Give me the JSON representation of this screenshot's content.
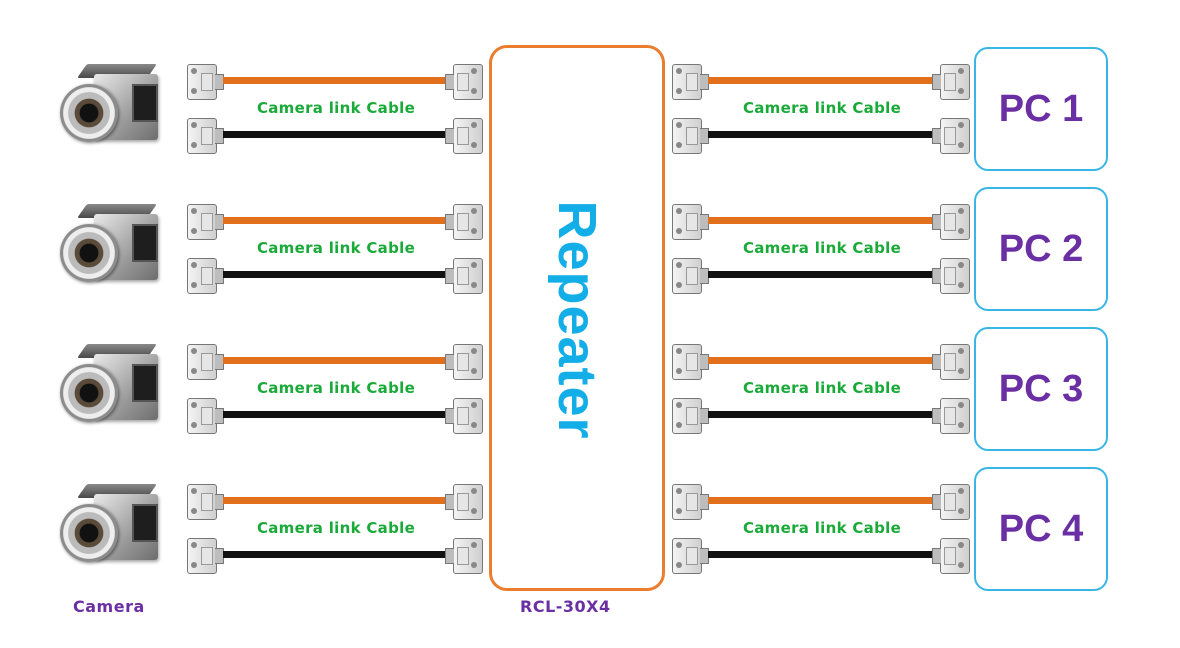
{
  "cable_label": "Camera link Cable",
  "repeater_label": "Repeater",
  "model_label": "RCL-30X4",
  "camera_caption": "Camera",
  "pcs": [
    "PC 1",
    "PC 2",
    "PC 3",
    "PC 4"
  ],
  "colors": {
    "cable_orange": "#e26f1b",
    "cable_black": "#111111",
    "label_green": "#1aaa3a",
    "repeater_border": "#ea7d2e",
    "repeater_text": "#13aee8",
    "pc_border": "#3ab6e6",
    "caption_purple": "#6b2fa4"
  }
}
